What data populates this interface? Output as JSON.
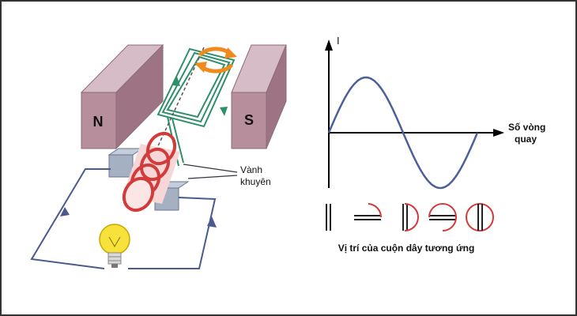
{
  "labels": {
    "north_pole": "N",
    "south_pole": "S",
    "slip_rings_line1": "Vành",
    "slip_rings_line2": "khuyên",
    "y_axis": "I",
    "x_axis_line1": "Số vòng",
    "x_axis_line2": "quay",
    "caption": "Vị trí của cuộn dây tương ứng"
  },
  "curve": {
    "type": "sine",
    "cycles": 1
  },
  "colors": {
    "magnet": "#b78e9c",
    "coil": "#2f8f6a",
    "ring": "#d33a3a",
    "arrow": "#f08a1c",
    "wire": "#4a5a8c",
    "curve": "#4b5f9a",
    "bulb": "#f6e23a",
    "block": "#a6b0c3"
  }
}
